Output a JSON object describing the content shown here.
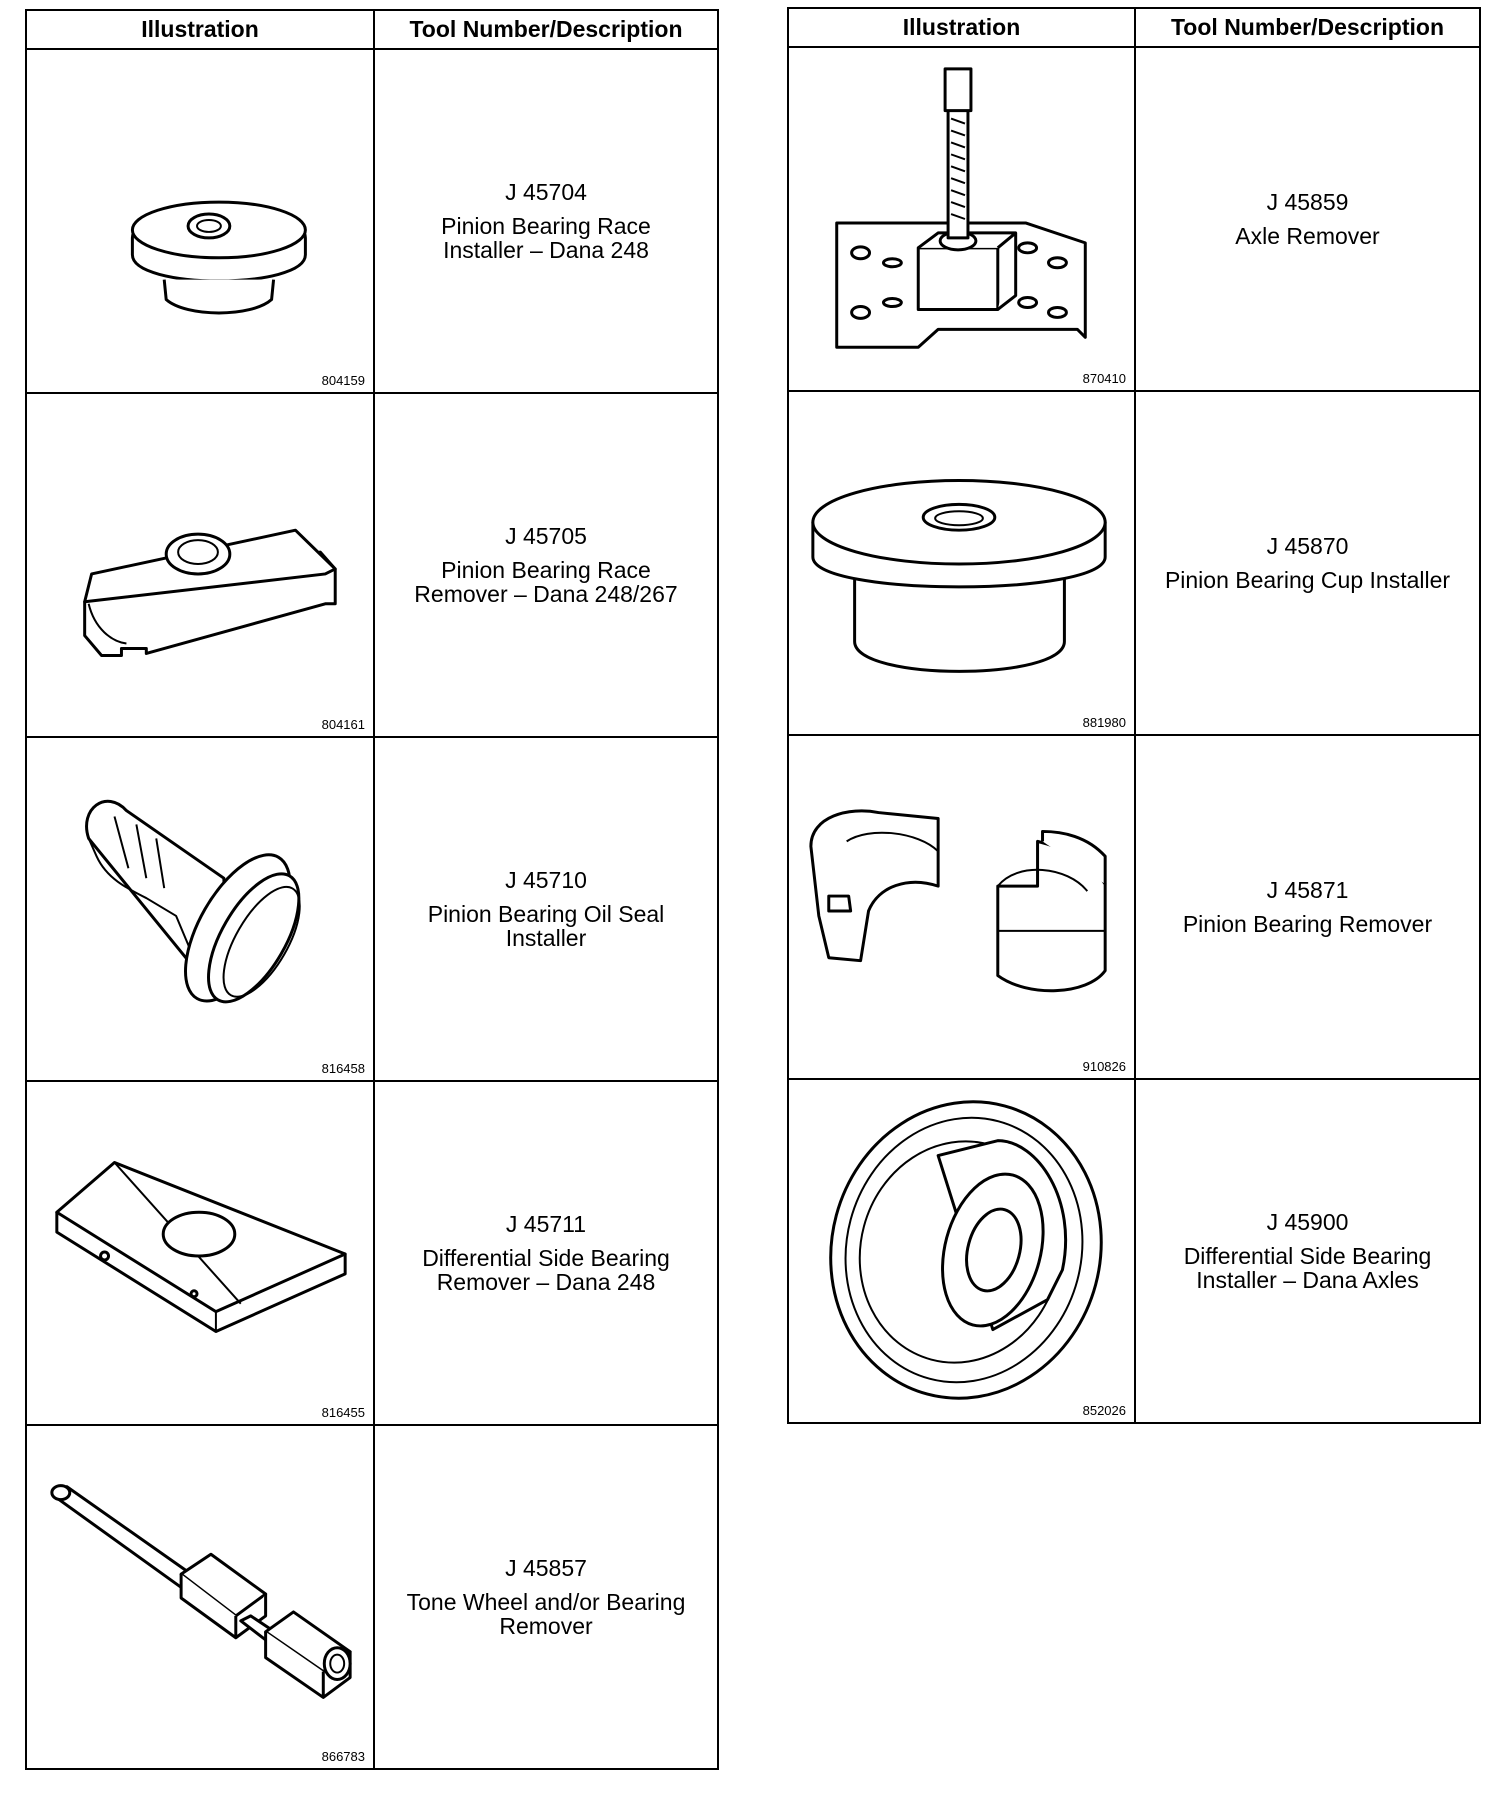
{
  "headers": {
    "illustration": "Illustration",
    "tool": "Tool Number/Description"
  },
  "left_table": [
    {
      "fig": "804159",
      "number": "J 45704",
      "description": "Pinion Bearing Race\nInstaller – Dana 248",
      "icon": "race-installer-disc"
    },
    {
      "fig": "804161",
      "number": "J 45705",
      "description": "Pinion Bearing Race\nRemover – Dana 248/267",
      "icon": "race-remover-plate"
    },
    {
      "fig": "816458",
      "number": "J 45710",
      "description": "Pinion Bearing Oil Seal\nInstaller",
      "icon": "oil-seal-installer"
    },
    {
      "fig": "816455",
      "number": "J 45711",
      "description": "Differential Side Bearing\nRemover – Dana 248",
      "icon": "split-plate"
    },
    {
      "fig": "866783",
      "number": "J 45857",
      "description": "Tone Wheel and/or Bearing\nRemover",
      "icon": "slide-hammer-rod"
    }
  ],
  "right_table": [
    {
      "fig": "870410",
      "number": "J 45859",
      "description": "Axle Remover",
      "icon": "axle-remover-bracket"
    },
    {
      "fig": "881980",
      "number": "J 45870",
      "description": "Pinion Bearing Cup Installer",
      "icon": "cup-installer"
    },
    {
      "fig": "910826",
      "number": "J 45871",
      "description": "Pinion Bearing Remover",
      "icon": "bearing-remover-halves"
    },
    {
      "fig": "852026",
      "number": "J 45900",
      "description": "Differential Side Bearing\nInstaller – Dana Axles",
      "icon": "side-bearing-installer"
    }
  ]
}
